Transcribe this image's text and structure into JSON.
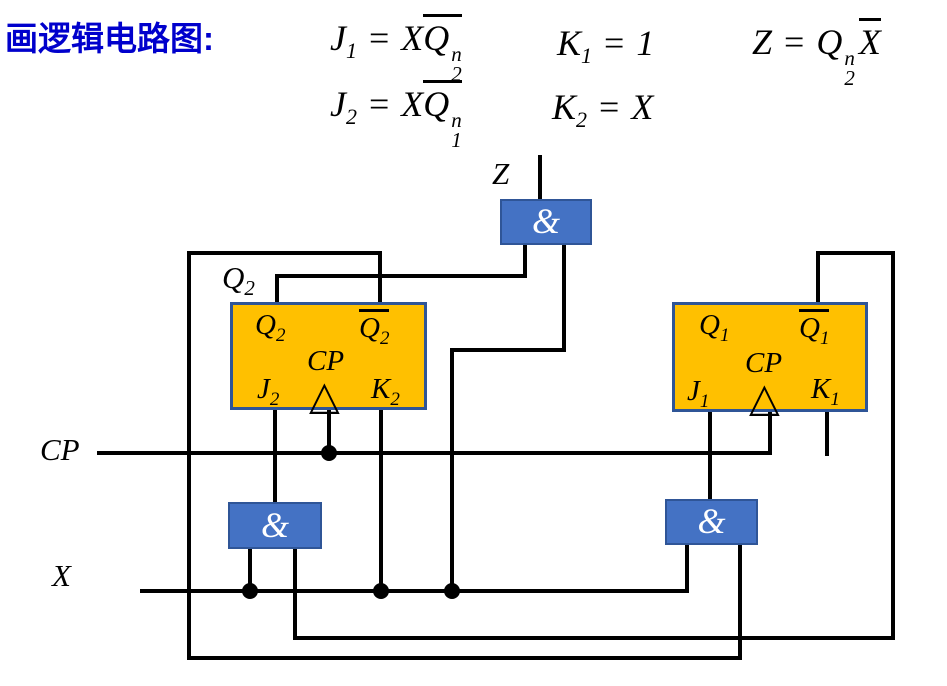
{
  "title": "画逻辑电路图:",
  "formulas": {
    "j1": {
      "lhs": "J",
      "lhs_sub": "1",
      "eq": "=",
      "factor": "X",
      "q": "Q",
      "q_sup": "n",
      "q_sub": "2"
    },
    "k1": {
      "lhs": "K",
      "lhs_sub": "1",
      "eq": "=",
      "rhs": "1"
    },
    "z": {
      "lhs": "Z",
      "eq": "=",
      "q": "Q",
      "q_sup": "n",
      "q_sub": "2",
      "xbar": "X"
    },
    "j2": {
      "lhs": "J",
      "lhs_sub": "2",
      "eq": "=",
      "factor": "X",
      "q": "Q",
      "q_sup": "n",
      "q_sub": "1"
    },
    "k2": {
      "lhs": "K",
      "lhs_sub": "2",
      "eq": "=",
      "rhs": "X"
    }
  },
  "signals": {
    "cp_label": "CP",
    "x_label": "X",
    "z_label": "Z",
    "q2_wire_label": "Q",
    "q2_wire_label_sub": "2"
  },
  "gates": {
    "and_top": "&",
    "and_left": "&",
    "and_right": "&"
  },
  "ff2": {
    "q": "Q",
    "q_sub": "2",
    "qbar": "Q",
    "qbar_sub": "2",
    "cp": "CP",
    "clk": "△",
    "j": "J",
    "j_sub": "2",
    "k": "K",
    "k_sub": "2"
  },
  "ff1": {
    "q": "Q",
    "q_sub": "1",
    "qbar": "Q",
    "qbar_sub": "1",
    "cp": "CP",
    "clk": "△",
    "j": "J",
    "j_sub": "1",
    "k": "K",
    "k_sub": "1"
  },
  "colors": {
    "ff_fill": "#FFC000",
    "ff_border": "#2F5597",
    "gate_fill": "#4472C4",
    "gate_border": "#2F5597",
    "title_text": "#0000CC",
    "wire": "#000000"
  }
}
